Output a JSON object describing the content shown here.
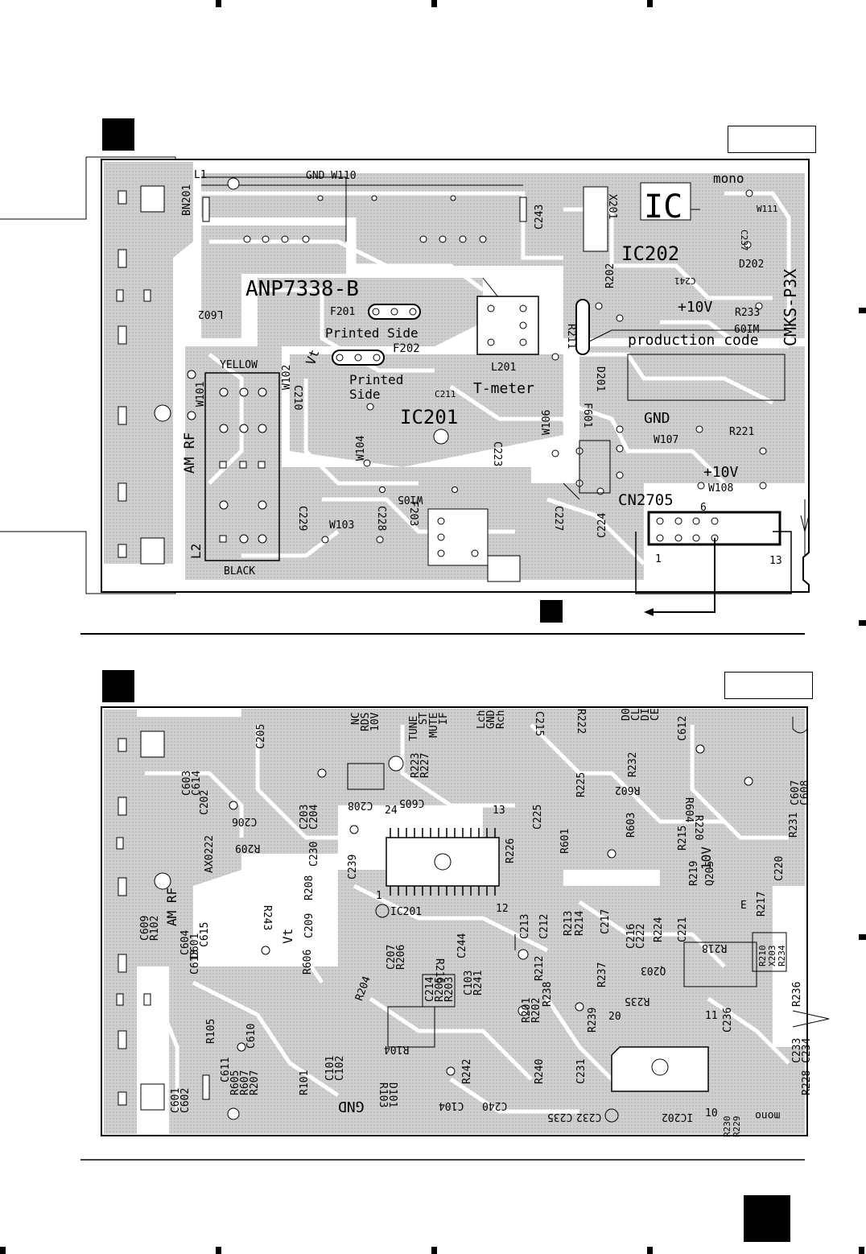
{
  "top_board": {
    "part_number": "ANP7338-B",
    "connector_labels": [
      "BN201",
      "L1",
      "GND W110",
      "C243",
      "X201",
      "mono",
      "W111",
      "C237",
      "IC202",
      "D202",
      "C241",
      "+10V",
      "R233",
      "F201",
      "R202",
      "L602",
      "YELLOW",
      "W102",
      "Vt",
      "C210",
      "Printed Side",
      "F202",
      "C211",
      "L201",
      "R211",
      "D201",
      "production code",
      "W101",
      "AM RF",
      "Printed Side",
      "T-meter",
      "IC201",
      "W106",
      "F601",
      "GND",
      "W107",
      "R221",
      "C223",
      "W104",
      "+10V",
      "W108",
      "C229",
      "W103",
      "C228",
      "W105",
      "F203",
      "C224",
      "C227",
      "CN2705",
      "L2",
      "BLACK",
      "1",
      "13",
      "60IM",
      "CMKS-P3X"
    ],
    "pin_first": "1",
    "pin_last": "13",
    "pin_top": "6"
  },
  "bottom_board": {
    "labels": [
      "C205",
      "NC",
      "RDS",
      "10V",
      "TUNE",
      "ST",
      "MUTE",
      "IF",
      "Lch",
      "GND",
      "Rch",
      "C215",
      "R222",
      "D0",
      "CL",
      "DI",
      "CE",
      "C612",
      "C603",
      "C614",
      "C202",
      "C206",
      "C203",
      "C204",
      "R209",
      "C230",
      "C208",
      "C605",
      "R223",
      "R227",
      "R225",
      "R232",
      "R602",
      "R603",
      "R604",
      "R220",
      "C239",
      "R208",
      "C225",
      "R226",
      "R601",
      "R215",
      "10V",
      "C607",
      "C608",
      "R231",
      "C609",
      "R102",
      "AM RF",
      "C604",
      "D601",
      "C615",
      "C613",
      "C209",
      "R243",
      "Vt",
      "IC201",
      "C213",
      "C212",
      "R213",
      "R214",
      "C217",
      "C216",
      "C222",
      "R224",
      "C221",
      "R217",
      "C220",
      "Q205",
      "R219",
      "C601",
      "R606",
      "C207",
      "R206",
      "R216",
      "C244",
      "C214",
      "R205",
      "R203",
      "C103",
      "R241",
      "R201",
      "R202",
      "R212",
      "R238",
      "R237",
      "R235",
      "Q203",
      "R218",
      "R210",
      "X203",
      "R234",
      "R105",
      "C610",
      "R204",
      "E",
      "R239",
      "R236",
      "C236",
      "C101",
      "C102",
      "R104",
      "R103",
      "D101",
      "C104",
      "R242",
      "C240",
      "R240",
      "C231",
      "C232",
      "C235",
      "IC202",
      "C233",
      "C234",
      "R228",
      "R230",
      "R229",
      "mono",
      "C602",
      "C611",
      "R605",
      "R607",
      "R207",
      "R101",
      "GND",
      "AX0222",
      "12",
      "13",
      "24",
      "1",
      "20",
      "11",
      "10"
    ]
  },
  "colors": {
    "board_fill": "#c9c9c9",
    "trace": "#ffffff",
    "ink": "#000000"
  }
}
